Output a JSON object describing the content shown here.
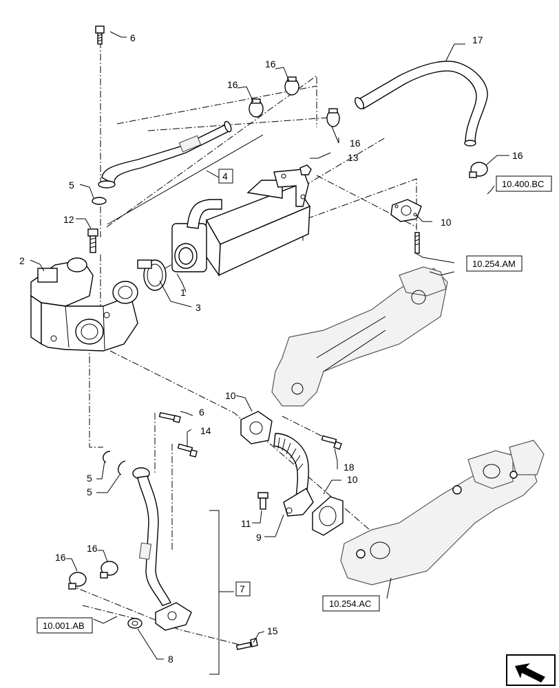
{
  "callouts": {
    "c1": "1",
    "c2": "2",
    "c3": "3",
    "c4": "4",
    "c5a": "5",
    "c5b": "5",
    "c5c": "5",
    "c6a": "6",
    "c6b": "6",
    "c7": "7",
    "c8": "8",
    "c9": "9",
    "c10a": "10",
    "c10b": "10",
    "c10c": "10",
    "c11": "11",
    "c12": "12",
    "c13": "13",
    "c14": "14",
    "c15": "15",
    "c16a": "16",
    "c16b": "16",
    "c16c": "16",
    "c16d": "16",
    "c16e": "16",
    "c16f": "16",
    "c17": "17",
    "c18": "18"
  },
  "references": {
    "r_400bc": "10.400.BC",
    "r_254am": "10.254.AM",
    "r_254ac": "10.254.AC",
    "r_001ab": "10.001.AB"
  },
  "icons": {
    "nav": "arrow-icon"
  }
}
